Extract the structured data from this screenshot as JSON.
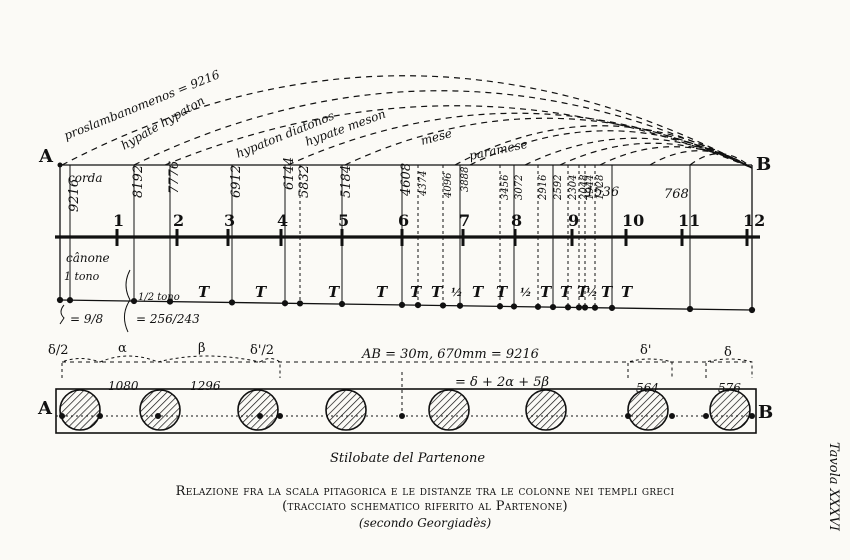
{
  "points": {
    "a_label": "A",
    "b_label": "B"
  },
  "arcs": [
    {
      "label": "proslambanomenos = 9216"
    },
    {
      "label": "hypate hypaton"
    },
    {
      "label": "hypaton diatonos"
    },
    {
      "label": "hypate meson"
    },
    {
      "label": "mese"
    },
    {
      "label": "paramese"
    }
  ],
  "string": {
    "corda_label": "corda",
    "canone_label": "cânone",
    "tono_label": "1 tono",
    "half_tono_label": "1/2 tono",
    "tono_ratio": "= 9/8",
    "half_tono_ratio": "= 256/243"
  },
  "ratios": [
    "9216",
    "8192",
    "7776",
    "6912",
    "6144",
    "5832",
    "5184",
    "4608",
    "4374",
    "4096",
    "3888",
    "3456",
    "3072",
    "2916",
    "2592",
    "2304",
    "2048",
    "1944",
    "1728",
    "1536",
    "768"
  ],
  "divisions": [
    "1",
    "2",
    "3",
    "4",
    "5",
    "6",
    "7",
    "8",
    "9",
    "10",
    "11",
    "12"
  ],
  "steps": [
    "T",
    "T",
    "T",
    "T",
    "T",
    "T",
    "½",
    "T",
    "T",
    "½",
    "T",
    "T",
    "T",
    "½",
    "T",
    "T"
  ],
  "stylobate": {
    "delta_half": "δ/2",
    "alpha": "α",
    "beta": "β",
    "delta_prime_half": "δ'/2",
    "delta_prime": "δ'",
    "delta": "δ",
    "equation": "AB = 30m, 670mm = 9216",
    "equation2": "= δ + 2α + 5β",
    "values": [
      "1080",
      "1296",
      "564",
      "576"
    ],
    "title": "Stilobate del Partenone"
  },
  "caption": {
    "line1": "Relazione fra la scala pitagorica e le distanze tra le colonne nei templi greci",
    "line2": "(tracciato schematico riferito al Partenone)",
    "line3": "(secondo Georgiadès)"
  },
  "side_label": "Tavola XXXVI"
}
